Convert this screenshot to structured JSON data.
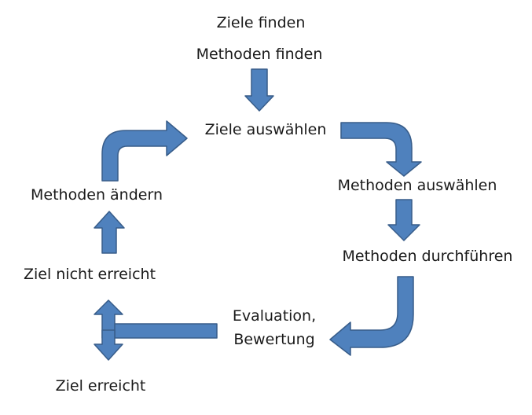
{
  "diagram": {
    "colors": {
      "arrow_fill": "#4f81bd",
      "arrow_stroke": "#385d8a",
      "text": "#1a1a1a"
    },
    "labels": {
      "ziele_finden": "Ziele finden",
      "methoden_finden": "Methoden finden",
      "ziele_auswaehlen": "Ziele auswählen",
      "methoden_auswaehlen": "Methoden auswählen",
      "methoden_durchfuehren": "Methoden durchführen",
      "evaluation": "Evaluation,",
      "bewertung": "Bewertung",
      "ziel_nicht_erreicht": "Ziel nicht erreicht",
      "methoden_aendern": "Methoden ändern",
      "ziel_erreicht": "Ziel erreicht"
    }
  }
}
